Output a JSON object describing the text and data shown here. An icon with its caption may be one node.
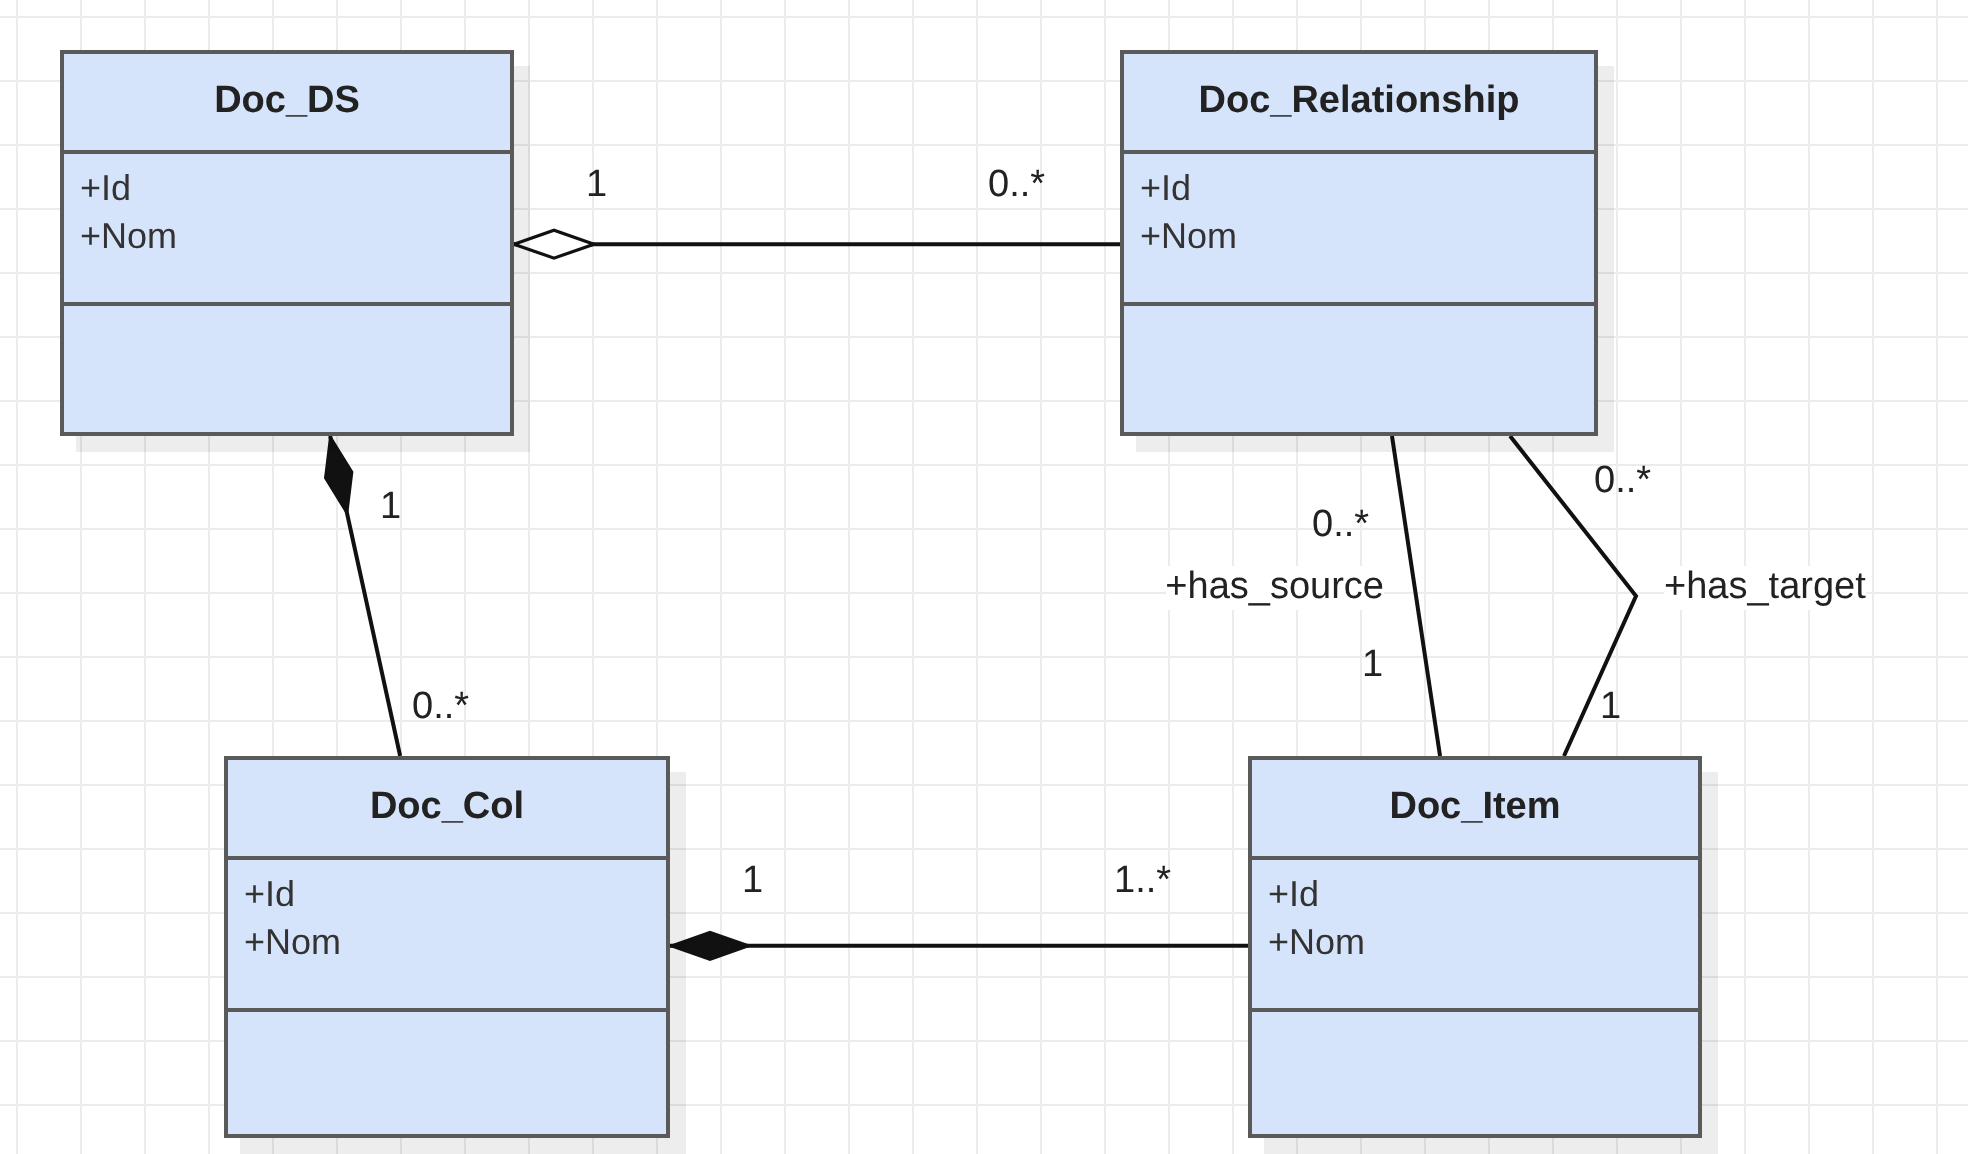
{
  "diagram": {
    "nodes": [
      {
        "text": [
          "Doc_DS",
          "+Id",
          "+Nom"
        ]
      },
      {
        "text": [
          "Doc_Relationship",
          "+Id",
          "+Nom"
        ]
      },
      {
        "text": [
          "Doc_Col",
          "+Id",
          "+Nom"
        ]
      },
      {
        "text": [
          "Doc_Item",
          "+Id",
          "+Nom"
        ]
      }
    ],
    "edges": [
      {
        "from": 0,
        "to": 1,
        "arrow": "other"
      },
      {
        "from": 0,
        "to": 2,
        "arrow": "other"
      },
      {
        "from": 1,
        "to": 3,
        "arrow": "none",
        "label": "+has_source"
      },
      {
        "from": 1,
        "to": 3,
        "arrow": "none",
        "label": "+has_target"
      },
      {
        "from": 2,
        "to": 3,
        "arrow": "other"
      }
    ],
    "labels": [
      "1",
      "0..*",
      "0..*",
      "1",
      "0..*",
      "1",
      "0..*",
      "1",
      "1",
      "1..*"
    ]
  }
}
